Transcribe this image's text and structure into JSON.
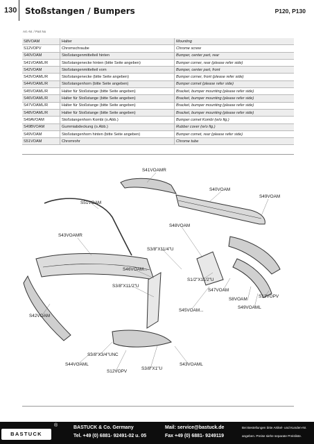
{
  "header": {
    "page_number": "130",
    "title": "Stoßstangen / Bumpers",
    "models": "P120, P130"
  },
  "table": {
    "caption": "Art.-Nr. / Part No",
    "rows": [
      {
        "part_no": "S8VOAM",
        "de": "Halter",
        "en": "Mounting"
      },
      {
        "part_no": "S12VOPV",
        "de": "Chromschraube",
        "en": "Chrome screw"
      },
      {
        "part_no": "S40VOAM",
        "de": "Stoßstangenmittelteil hinten",
        "en": "Bumper, center part, rear"
      },
      {
        "part_no": "S41VOAML/R",
        "de": "Stoßstangenecke hinten (bitte Seite angeben)",
        "en": "Bumper corner, rear (please refer side)"
      },
      {
        "part_no": "S42VOAM",
        "de": "Stoßstangenmittelteil vorn",
        "en": "Bumper, center part, front"
      },
      {
        "part_no": "S43VOAML/R",
        "de": "Stoßstangenecke (bitte Seite angeben)",
        "en": "Bumper corner, front (please refer side)"
      },
      {
        "part_no": "S44VOAML/R",
        "de": "Stoßstangenhorn (bitte Seite angeben)",
        "en": "Bumper comet (please refer side)"
      },
      {
        "part_no": "S45VOAML/R",
        "de": "Halter für Stoßstange (bitte Seite angeben)",
        "en": "Bracket, bumper mounting (please refer side)"
      },
      {
        "part_no": "S46VOAML/R",
        "de": "Halter für Stoßstange (bitte Seite angeben)",
        "en": "Bracket, bumper mounting (please refer side)"
      },
      {
        "part_no": "S47VOAML/R",
        "de": "Halter für Stoßstange (bitte Seite angeben)",
        "en": "Bracket, bumper mounting (please refer side)"
      },
      {
        "part_no": "S48VOAML/R",
        "de": "Halter für Stoßstange (bitte Seite angeben)",
        "en": "Bracket, bumper mounting (please refer side)"
      },
      {
        "part_no": "S49AVOAM",
        "de": "Stoßstangenhorn Kombi (o.Abb.)",
        "en": "Bumper comet Kombi (w/o fig.)"
      },
      {
        "part_no": "S49BVOAM",
        "de": "Gummiabdeckung (o.Abb.)",
        "en": "Rubber cover (w/o fig.)"
      },
      {
        "part_no": "S49VOAM",
        "de": "Stoßstangenhorn hinten (bitte Seite angeben)",
        "en": "Bumper comet, rear (please refer side)"
      },
      {
        "part_no": "S51VOAM",
        "de": "Chromrohr",
        "en": "Chrome tube"
      }
    ]
  },
  "diagram_labels": {
    "l_s41voamr": "S41VOAMR",
    "l_s40voam": "S40VOAM",
    "l_s49voam": "S49VOAM",
    "l_s51voam": "S51VOAM",
    "l_s48voam": "S48VOAM",
    "l_s43voamr": "S43VOAMR",
    "l_bolt_a": "S3/8\"X11/4\"U",
    "l_s46voam": "S46VOAM...",
    "l_bolt_b": "S3/8\"X11/2\"U",
    "l_bolt_c": "S1/2\"X11/2\"U",
    "l_s47voam": "S47VOAM",
    "l_s8voam": "S8VOAM",
    "l_s12vopv_r": "S12VOPV",
    "l_s45voam": "S45VOAM...",
    "l_s49voaml": "S49VOAML",
    "l_s42voam": "S42VOAM",
    "l_bolt_d": "S3/8\"X3/4\"UNC",
    "l_s44voaml": "S44VOAML",
    "l_s12vopv_b": "S12VOPV",
    "l_bolt_e": "S3/8\"X1\"U",
    "l_s43voaml": "S43VOAML"
  },
  "footer": {
    "logo": "BASTUCK",
    "registered": "®",
    "company": "BASTUCK & Co. Germany",
    "tel": "Tel. +49 (0) 6881- 92491-02 u. 05",
    "mail": "Mail: service@bastuck.de",
    "fax": "Fax +49 (0) 6881- 9249119",
    "note_line1": "Bei Bestellungen bitte Artikel- und Kunden-Nr.",
    "note_line2": "angeben. Preise siehe separate Preisliste."
  }
}
